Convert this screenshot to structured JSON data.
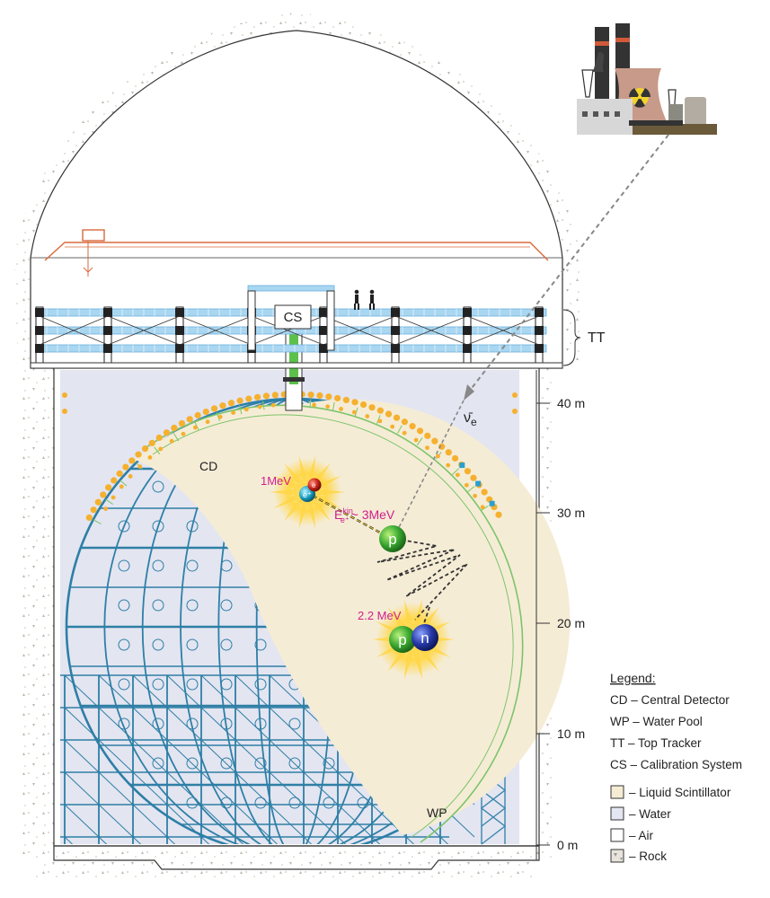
{
  "labels": {
    "cs": "CS",
    "tt": "TT",
    "cd": "CD",
    "wp": "WP",
    "nu": "ν̄",
    "nu_sub": "e"
  },
  "energies": {
    "e1": "1MeV",
    "e2": "2.2 MeV",
    "ekin_prefix": "E",
    "ekin_sup": "kin",
    "ekin_sub": "e⁺",
    "ekin_suffix": "~ 3MeV"
  },
  "particles": {
    "positron": "e⁺",
    "electron": "e",
    "proton": "p",
    "proton2": "p",
    "neutron": "n"
  },
  "scale": {
    "ticks": [
      "40 m",
      "30 m",
      "20 m",
      "10 m",
      "0 m"
    ]
  },
  "legend": {
    "title": "Legend:",
    "items": [
      "CD – Central Detector",
      "WP – Water Pool",
      "TT – Top Tracker",
      "CS – Calibration System"
    ],
    "swatches": [
      {
        "label": "– Liquid Scintillator",
        "color": "#f6ecd4"
      },
      {
        "label": "– Water",
        "color": "#e4e6f2"
      },
      {
        "label": "– Air",
        "color": "#ffffff"
      },
      {
        "label": "– Rock",
        "color": "#e8e4dc"
      }
    ]
  },
  "colors": {
    "scintillator": "#f5ecd6",
    "water": "#e3e5f1",
    "steel": "#2e7fa6",
    "pmt": "#f5b02e",
    "accent": "#d0208a",
    "tracker": "#a9d6f1"
  }
}
